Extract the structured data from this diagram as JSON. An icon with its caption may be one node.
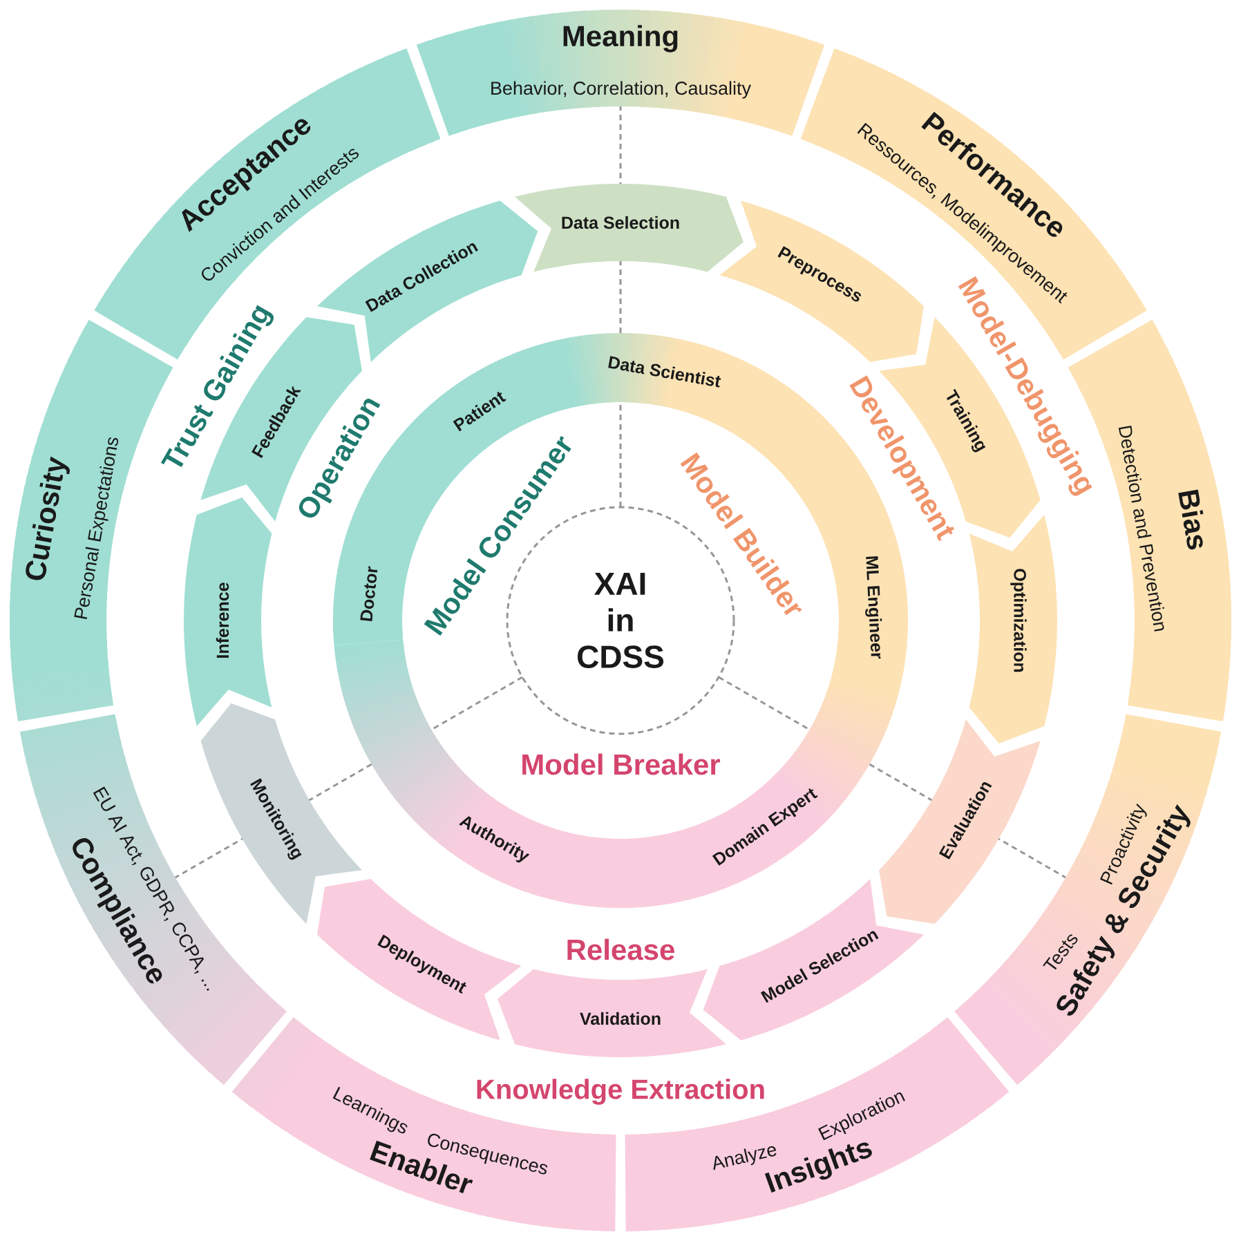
{
  "diagram": {
    "nodes": [
      {
        "text": [
          "Meaning",
          "Behavior, Correlation, Causality"
        ]
      },
      {
        "text": [
          "Performance",
          "Ressources, Modelimprovement"
        ]
      },
      {
        "text": [
          "Bias",
          "Detection and Prevention"
        ]
      },
      {
        "text": [
          "Safety & Security",
          "Tests",
          "Proactivity"
        ]
      },
      {
        "text": [
          "Insights",
          "Analyze",
          "Exploration"
        ]
      },
      {
        "text": [
          "Enabler",
          "Learnings",
          "Consequences"
        ]
      },
      {
        "text": [
          "Compliance",
          "EU AI Act, GDPR, CCPA, ..."
        ]
      },
      {
        "text": [
          "Curiosity",
          "Personal Expectations"
        ]
      },
      {
        "text": [
          "Acceptance",
          "Conviction and Interests"
        ]
      },
      {
        "text": [
          "Data Selection"
        ]
      },
      {
        "text": [
          "Preprocess"
        ]
      },
      {
        "text": [
          "Training"
        ]
      },
      {
        "text": [
          "Optimization"
        ]
      },
      {
        "text": [
          "Evaluation"
        ]
      },
      {
        "text": [
          "Model Selection"
        ]
      },
      {
        "text": [
          "Validation"
        ]
      },
      {
        "text": [
          "Deployment"
        ]
      },
      {
        "text": [
          "Monitoring"
        ]
      },
      {
        "text": [
          "Inference"
        ]
      },
      {
        "text": [
          "Feedback"
        ]
      },
      {
        "text": [
          "Data Collection"
        ]
      },
      {
        "text": [
          "Data Scientist",
          "ML Engineer",
          "Domain Expert",
          "Authority",
          "Doctor",
          "Patient"
        ]
      },
      {
        "text": [
          "XAI in CDSS"
        ],
        "in": 21
      }
    ],
    "labels": [
      "Trust Gaining",
      "Model-Debugging",
      "Knowledge Extraction",
      "Operation",
      "Development",
      "Release",
      "Model Consumer",
      "Model Builder",
      "Model Breaker"
    ]
  }
}
